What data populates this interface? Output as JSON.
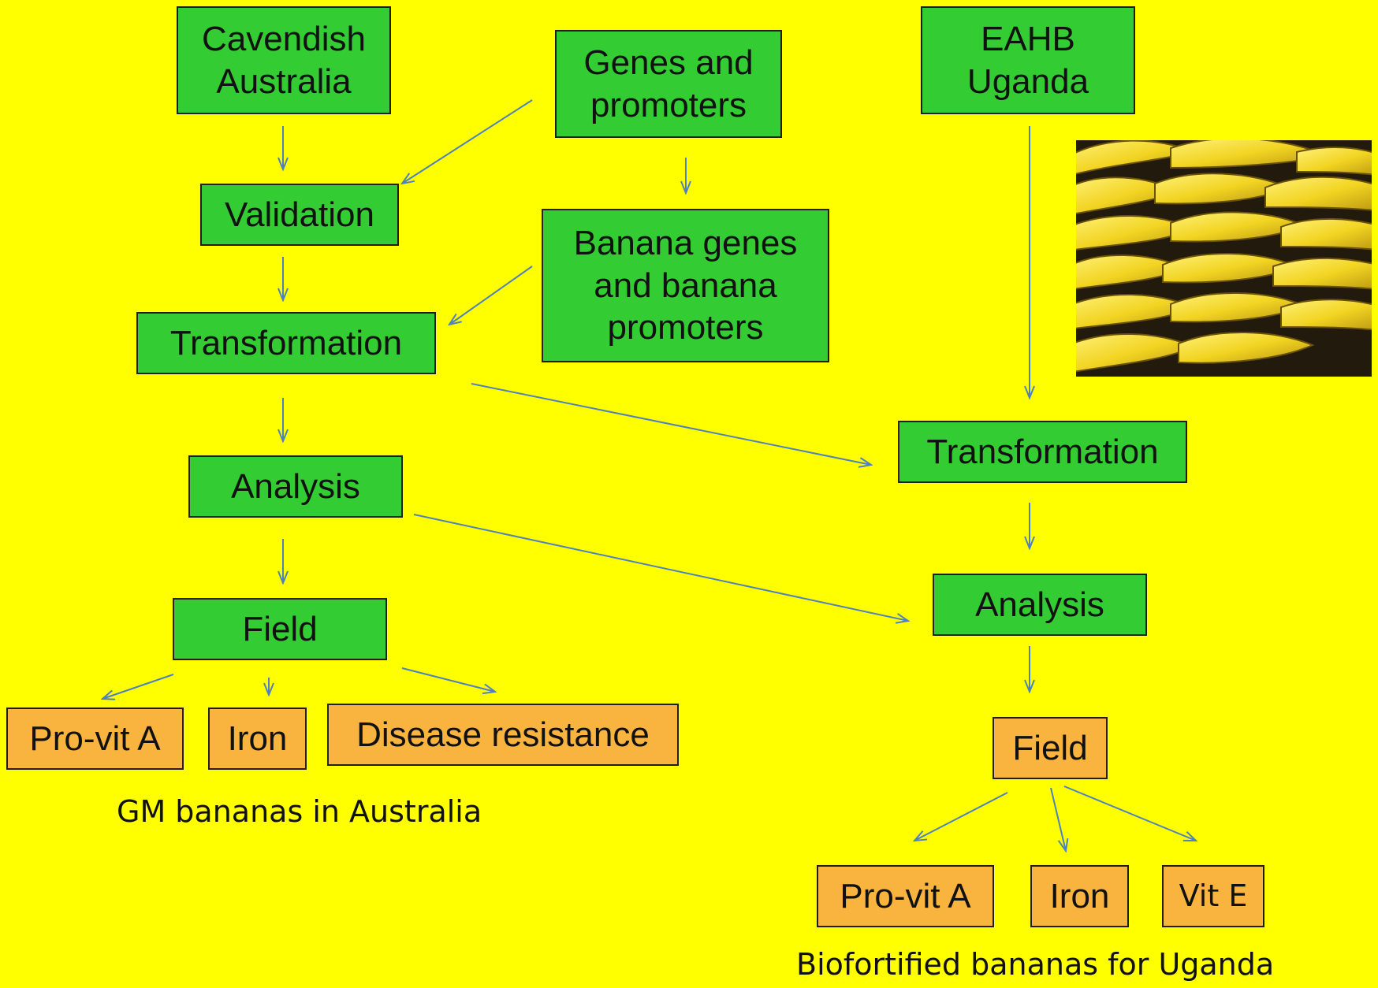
{
  "left_flow": {
    "cavendish": "Cavendish\nAustralia",
    "genes": "Genes and\npromoters",
    "validation": "Validation",
    "banana_genes": "Banana genes\nand banana\npromoters",
    "transformation": "Transformation",
    "analysis": "Analysis",
    "field": "Field",
    "outcomes": [
      "Pro-vit A",
      "Iron",
      "Disease resistance"
    ],
    "caption": "GM bananas in Australia"
  },
  "right_flow": {
    "eahb": "EAHB\nUganda",
    "transformation": "Transformation",
    "analysis": "Analysis",
    "field": "Field",
    "outcomes": [
      "Pro-vit A",
      "Iron",
      "Vit E"
    ],
    "caption": "Biofortified bananas for Uganda"
  },
  "image": {
    "subject": "bananas-photo"
  },
  "colors": {
    "background": "#FFFF00",
    "process_box": "#33CC33",
    "outcome_box": "#F9B33F",
    "arrow": "#4F81BD"
  }
}
